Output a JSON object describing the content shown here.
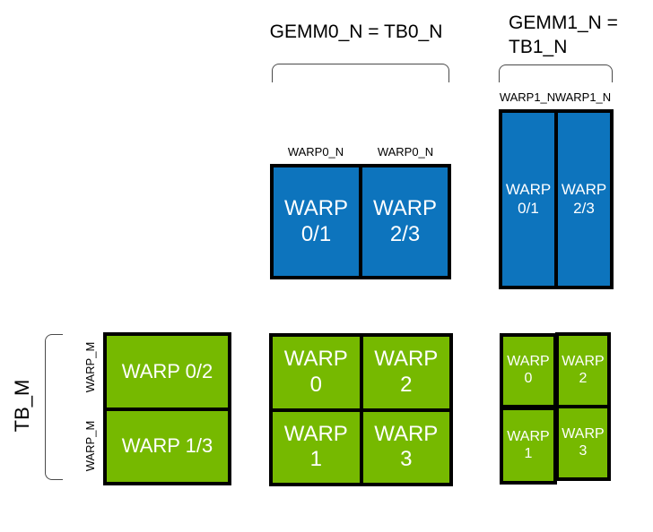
{
  "colors": {
    "blue": "#0d74bd",
    "green": "#76b900",
    "bracket": "#4a4a4a",
    "tile_text": "#ffffff",
    "label_text": "#000000"
  },
  "titles": {
    "gemm0": "GEMM0_N = TB0_N",
    "gemm1_line1": "GEMM1_N =",
    "gemm1_line2": "TB1_N"
  },
  "left_axis": {
    "tb_label": "TB_M",
    "warp_top": "WARP_M",
    "warp_bottom": "WARP_M"
  },
  "tile_col_labels": {
    "gemm0_left": "WARP0_N",
    "gemm0_right": "WARP0_N",
    "gemm1_left": "WARP1_N",
    "gemm1_right": "WARP1_N"
  },
  "blue_center": {
    "cells": [
      {
        "line1": "WARP",
        "line2": "0/1"
      },
      {
        "line1": "WARP",
        "line2": "2/3"
      }
    ]
  },
  "blue_right": {
    "cells": [
      {
        "line1": "WARP",
        "line2": "0/1"
      },
      {
        "line1": "WARP",
        "line2": "2/3"
      }
    ]
  },
  "green_left": {
    "cells": [
      {
        "label": "WARP 0/2"
      },
      {
        "label": "WARP 1/3"
      }
    ]
  },
  "green_center": {
    "cells": [
      {
        "line1": "WARP",
        "line2": "0"
      },
      {
        "line1": "WARP",
        "line2": "2"
      },
      {
        "line1": "WARP",
        "line2": "1"
      },
      {
        "line1": "WARP",
        "line2": "3"
      }
    ]
  },
  "green_right": {
    "cells": [
      {
        "line1": "WARP",
        "line2": "0"
      },
      {
        "line1": "WARP",
        "line2": "2"
      },
      {
        "line1": "WARP",
        "line2": "1"
      },
      {
        "line1": "WARP",
        "line2": "3"
      }
    ]
  }
}
